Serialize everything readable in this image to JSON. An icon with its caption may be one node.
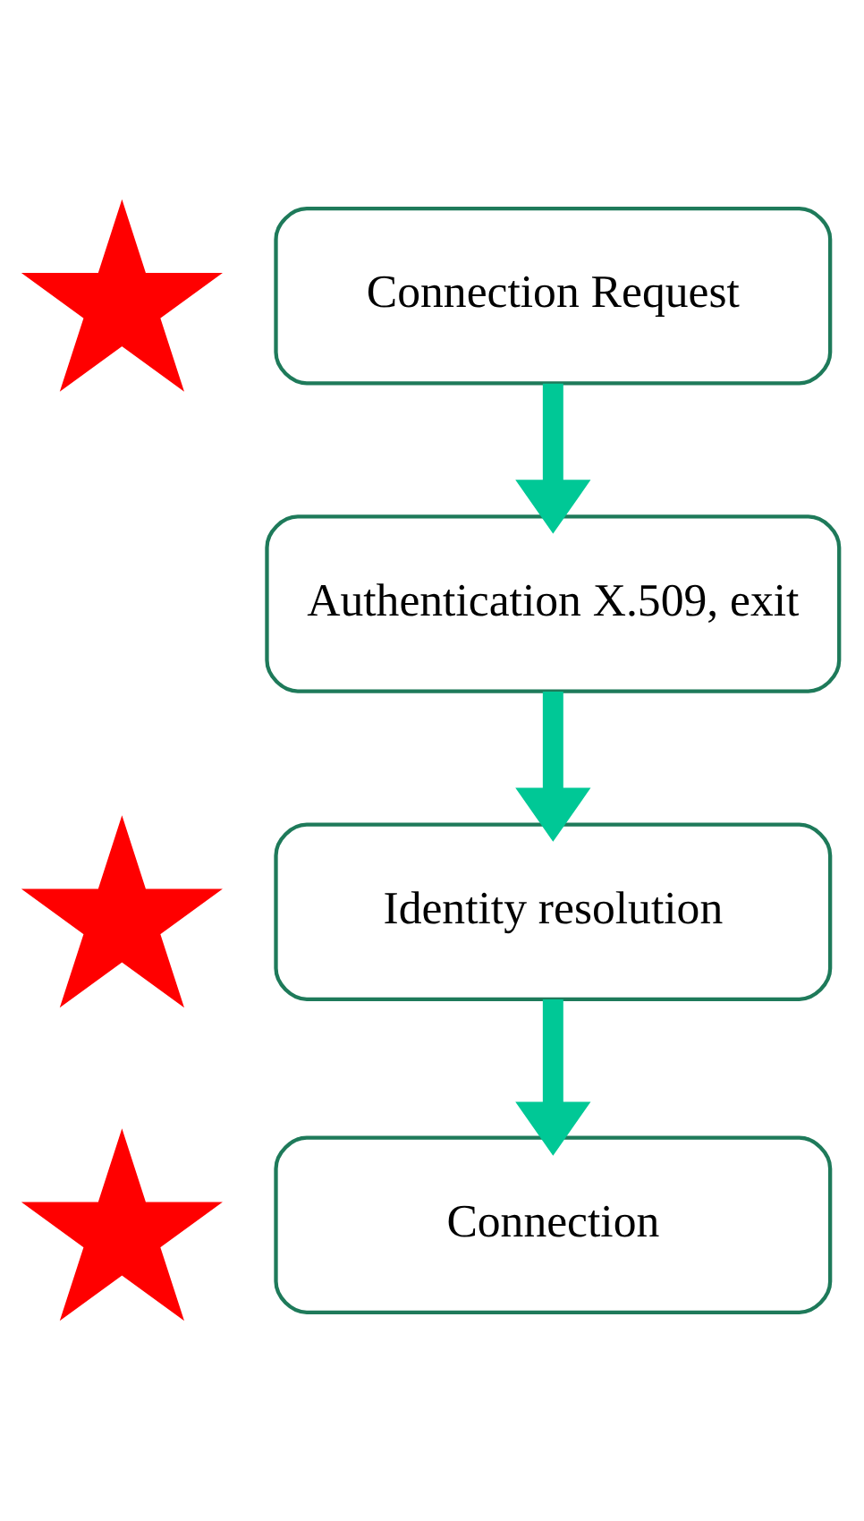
{
  "diagram": {
    "nodes": [
      {
        "text": [],
        "shape": "star"
      },
      {
        "text": [
          "Connection Request"
        ]
      },
      {
        "text": [
          "Authentication X.509, exit"
        ]
      },
      {
        "text": [],
        "shape": "star"
      },
      {
        "text": [
          "Identity resolution"
        ]
      },
      {
        "text": [],
        "shape": "star"
      },
      {
        "text": [
          "Connection"
        ]
      }
    ],
    "edges": [
      {
        "from": 1,
        "to": 2,
        "arrow": "to"
      },
      {
        "from": 2,
        "to": 4,
        "arrow": "to"
      },
      {
        "from": 4,
        "to": 6,
        "arrow": "to"
      }
    ]
  }
}
